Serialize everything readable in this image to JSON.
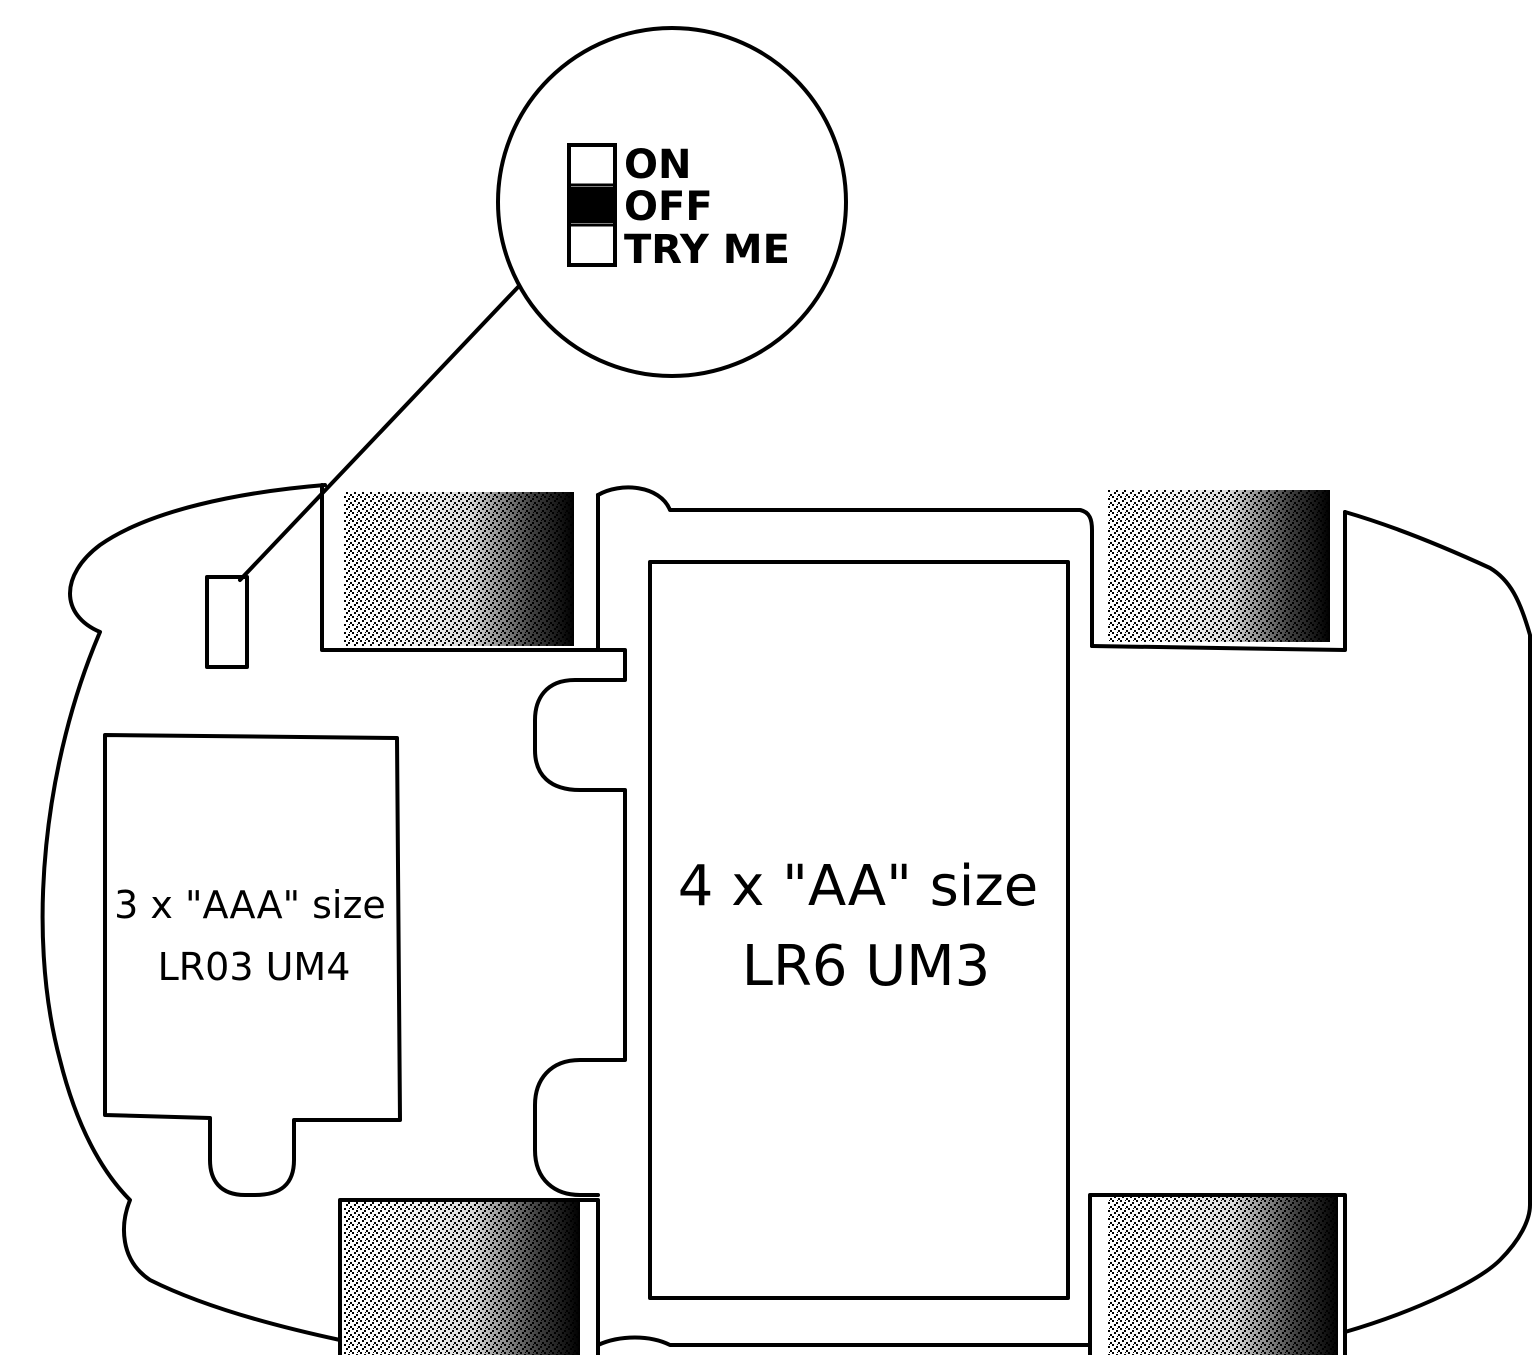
{
  "switch": {
    "positions": [
      "ON",
      "OFF",
      "TRY ME"
    ],
    "selected": "OFF"
  },
  "compartments": {
    "small": {
      "line1": "3 x \"AAA\" size",
      "line2": "LR03 UM4"
    },
    "large": {
      "line1": "4 x \"AA\" size",
      "line2": "LR6 UM3"
    }
  },
  "colors": {
    "ink": "#000000",
    "paper": "#ffffff"
  }
}
